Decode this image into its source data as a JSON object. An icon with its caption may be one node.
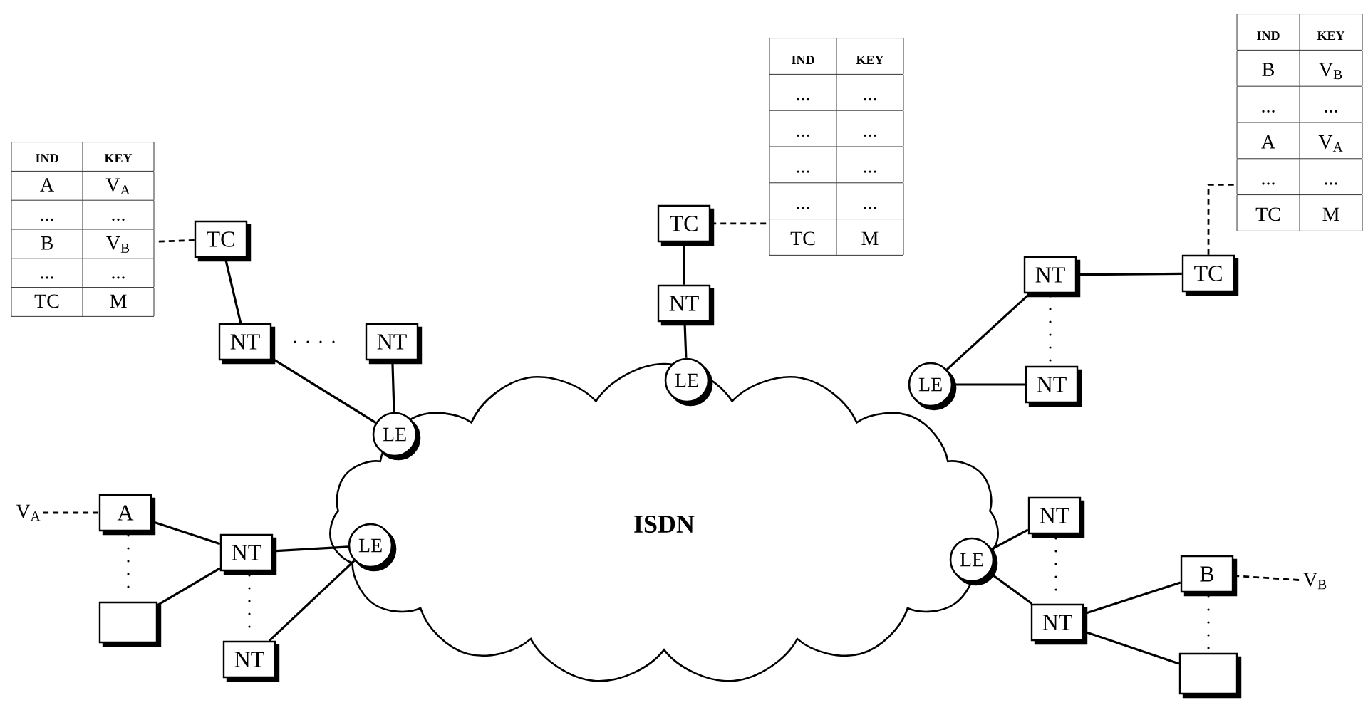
{
  "diagram": {
    "nodes": [
      {
        "text": [
          "ISDN"
        ]
      },
      {
        "text": [
          "IND",
          "KEY",
          "A",
          "V$_{A}$",
          "...",
          "...",
          "B",
          "V$_{B}$",
          "...",
          "...",
          "TC",
          "M"
        ]
      },
      {
        "text": [
          "TC"
        ]
      },
      {
        "text": [
          "NT"
        ]
      },
      {
        "text": [
          "NT"
        ]
      },
      {
        "text": [
          "LE"
        ],
        "in": 0
      },
      {
        "text": [
          "IND",
          "KEY",
          "...",
          "...",
          "...",
          "...",
          "...",
          "...",
          "...",
          "...",
          "TC",
          "M"
        ]
      },
      {
        "text": [
          "TC"
        ]
      },
      {
        "text": [
          "NT"
        ]
      },
      {
        "text": [
          "LE"
        ],
        "in": 0
      },
      {
        "text": [
          "IND",
          "KEY",
          "B",
          "V$_{B}$",
          "...",
          "...",
          "A",
          "V$_{A}$",
          "...",
          "...",
          "TC",
          "M"
        ]
      },
      {
        "text": [
          "TC"
        ]
      },
      {
        "text": [
          "NT"
        ]
      },
      {
        "text": [
          "NT"
        ]
      },
      {
        "text": [
          "LE"
        ]
      },
      {
        "text": [
          "V$_{A}$"
        ]
      },
      {
        "text": [
          "A"
        ]
      },
      {
        "text": [],
        "shape": "box"
      },
      {
        "text": [
          "NT"
        ]
      },
      {
        "text": [
          "NT"
        ]
      },
      {
        "text": [
          "LE"
        ],
        "in": 0
      },
      {
        "text": [
          "LE"
        ],
        "in": 0
      },
      {
        "text": [
          "NT"
        ]
      },
      {
        "text": [
          "NT"
        ]
      },
      {
        "text": [
          "B"
        ]
      },
      {
        "text": [],
        "shape": "box"
      },
      {
        "text": [
          "V$_{B}$"
        ]
      }
    ],
    "edges": [
      {
        "from": 2,
        "to": 1,
        "arrow": "none",
        "style": "dashed"
      },
      {
        "from": 2,
        "to": 3,
        "arrow": "none"
      },
      {
        "from": 3,
        "to": 5,
        "arrow": "none"
      },
      {
        "from": 4,
        "to": 5,
        "arrow": "none"
      },
      {
        "from": 7,
        "to": 6,
        "arrow": "none",
        "style": "dashed"
      },
      {
        "from": 7,
        "to": 8,
        "arrow": "none"
      },
      {
        "from": 8,
        "to": 9,
        "arrow": "none"
      },
      {
        "from": 11,
        "to": 10,
        "arrow": "none",
        "style": "dashed"
      },
      {
        "from": 12,
        "to": 11,
        "arrow": "none"
      },
      {
        "from": 14,
        "to": 12,
        "arrow": "none"
      },
      {
        "from": 14,
        "to": 13,
        "arrow": "none"
      },
      {
        "from": 15,
        "to": 16,
        "arrow": "none",
        "style": "dashed"
      },
      {
        "from": 16,
        "to": 18,
        "arrow": "none"
      },
      {
        "from": 17,
        "to": 18,
        "arrow": "none"
      },
      {
        "from": 18,
        "to": 20,
        "arrow": "none"
      },
      {
        "from": 19,
        "to": 20,
        "arrow": "none"
      },
      {
        "from": 21,
        "to": 22,
        "arrow": "none"
      },
      {
        "from": 21,
        "to": 23,
        "arrow": "none"
      },
      {
        "from": 23,
        "to": 24,
        "arrow": "none"
      },
      {
        "from": 23,
        "to": 25,
        "arrow": "none"
      },
      {
        "from": 24,
        "to": 26,
        "arrow": "none",
        "style": "dashed"
      }
    ]
  }
}
